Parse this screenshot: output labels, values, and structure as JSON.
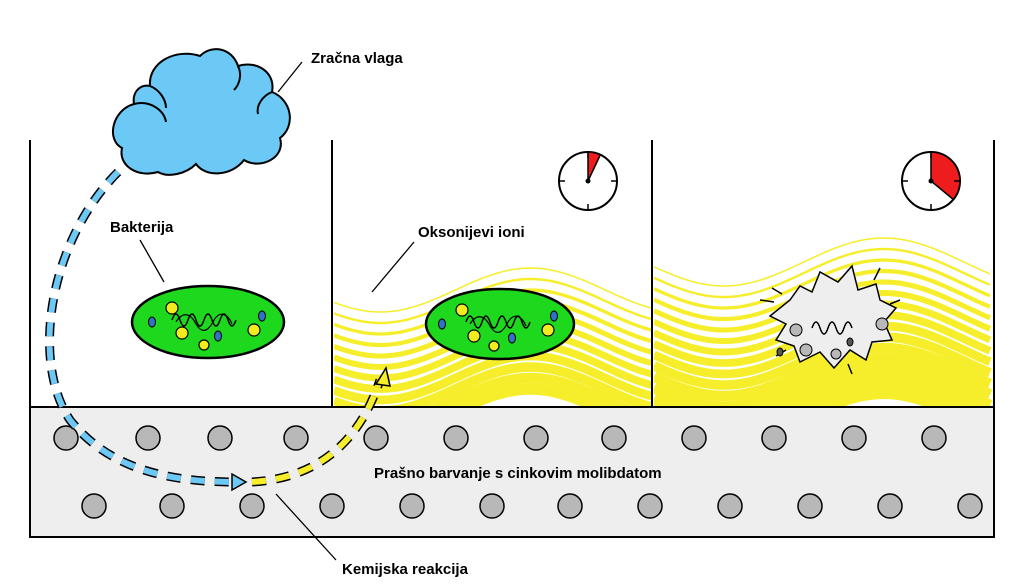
{
  "labels": {
    "air_humidity": "Zračna vlaga",
    "bacterium": "Bakterija",
    "oxonium_ions": "Oksonijevi ioni",
    "coating": "Prašno barvanje s cinkovim molibdatom",
    "chemical_reaction": "Kemijska reakcija"
  },
  "colors": {
    "cloud": "#6cc8f4",
    "bacterium": "#1ed81e",
    "granule_yellow": "#f2ec1e",
    "granule_blue": "#2f72c9",
    "ion_wave": "#f6ee2a",
    "coating_fill": "#eeeeee",
    "zinc_particle": "#b8b8b8",
    "arrow_blue": "#6cc8f4",
    "arrow_yellow": "#f6ee2a",
    "timer_red": "#ee1c1c",
    "outline": "#000000"
  },
  "timers": [
    {
      "panel": "middle",
      "elapsed_fraction": 0.07
    },
    {
      "panel": "right",
      "elapsed_fraction": 0.36
    }
  ],
  "icons": [
    "cloud-icon",
    "bacterium-icon",
    "clock-icon",
    "dead-bacterium-icon",
    "arrow-icon"
  ]
}
